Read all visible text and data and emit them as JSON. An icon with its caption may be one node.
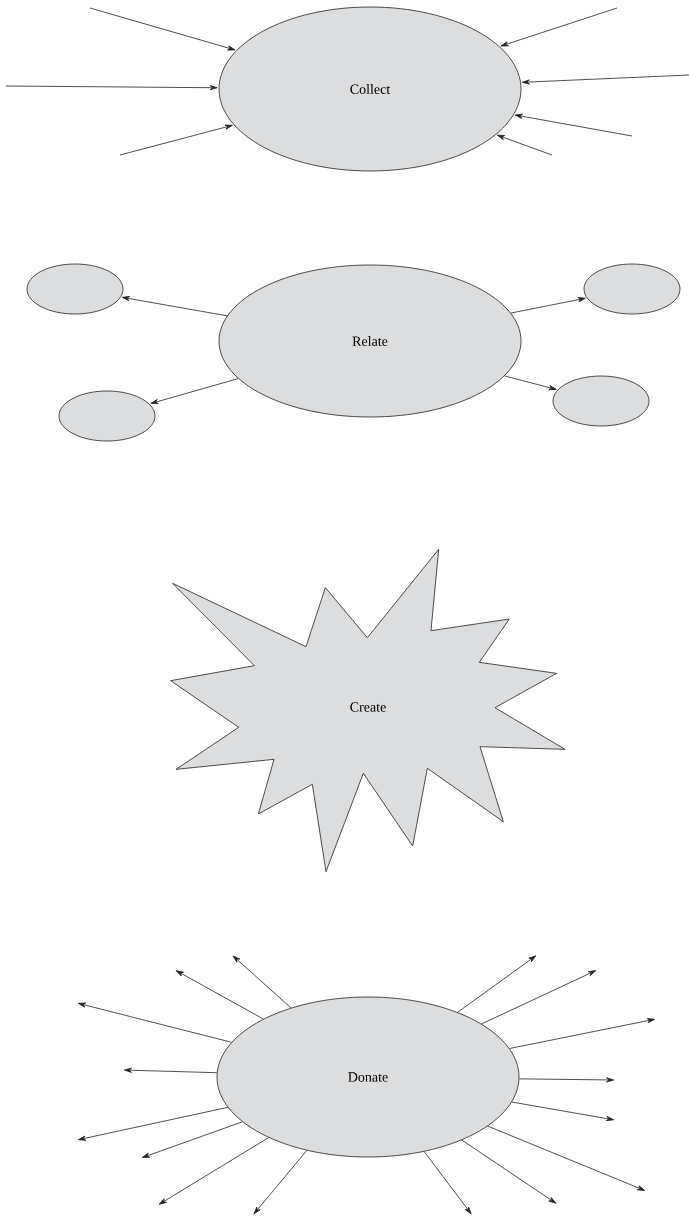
{
  "diagram": {
    "nodes": [
      {
        "text": [
          "Collect"
        ]
      },
      {
        "text": [
          "Relate"
        ]
      },
      {
        "text": [],
        "shape": "ellipse"
      },
      {
        "text": [],
        "shape": "ellipse"
      },
      {
        "text": [],
        "shape": "ellipse"
      },
      {
        "text": [],
        "shape": "ellipse"
      },
      {
        "text": [
          "Create"
        ]
      },
      {
        "text": [
          "Donate"
        ]
      }
    ],
    "edges": [
      {
        "from": null,
        "to": 0,
        "arrow": "to"
      },
      {
        "from": null,
        "to": 0,
        "arrow": "to"
      },
      {
        "from": null,
        "to": 0,
        "arrow": "to"
      },
      {
        "from": null,
        "to": 0,
        "arrow": "to"
      },
      {
        "from": null,
        "to": 0,
        "arrow": "to"
      },
      {
        "from": null,
        "to": 0,
        "arrow": "to"
      },
      {
        "from": null,
        "to": 0,
        "arrow": "to"
      },
      {
        "from": 1,
        "to": 2,
        "arrow": "to"
      },
      {
        "from": 1,
        "to": 3,
        "arrow": "to"
      },
      {
        "from": 1,
        "to": 4,
        "arrow": "to"
      },
      {
        "from": 1,
        "to": 5,
        "arrow": "to"
      },
      {
        "from": 7,
        "to": null,
        "arrow": "to"
      },
      {
        "from": 7,
        "to": null,
        "arrow": "to"
      },
      {
        "from": 7,
        "to": null,
        "arrow": "to"
      },
      {
        "from": 7,
        "to": null,
        "arrow": "to"
      },
      {
        "from": 7,
        "to": null,
        "arrow": "to"
      },
      {
        "from": 7,
        "to": null,
        "arrow": "to"
      },
      {
        "from": 7,
        "to": null,
        "arrow": "to"
      },
      {
        "from": 7,
        "to": null,
        "arrow": "to"
      },
      {
        "from": 7,
        "to": null,
        "arrow": "to"
      },
      {
        "from": 7,
        "to": null,
        "arrow": "to"
      },
      {
        "from": 7,
        "to": null,
        "arrow": "to"
      },
      {
        "from": 7,
        "to": null,
        "arrow": "to"
      },
      {
        "from": 7,
        "to": null,
        "arrow": "to"
      },
      {
        "from": 7,
        "to": null,
        "arrow": "to"
      },
      {
        "from": 7,
        "to": null,
        "arrow": "to"
      },
      {
        "from": 7,
        "to": null,
        "arrow": "to"
      }
    ]
  }
}
